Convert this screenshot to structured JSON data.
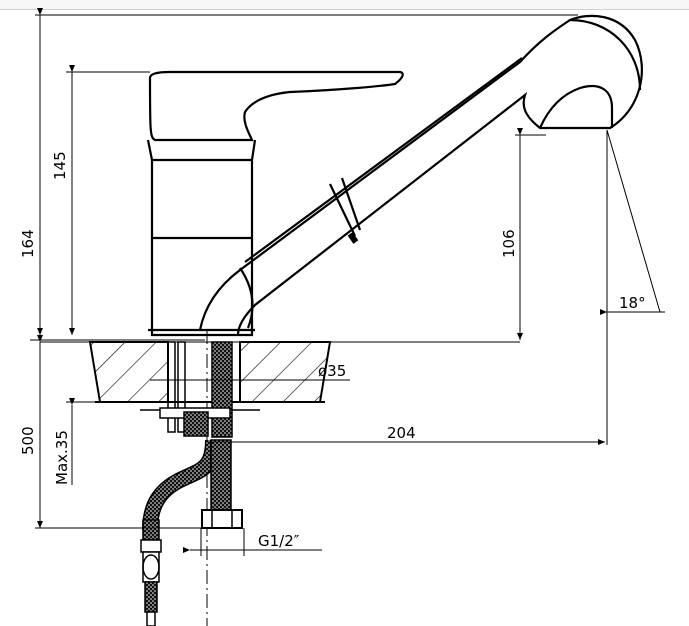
{
  "drawing": {
    "dimensions": {
      "overall_height": "164",
      "body_height": "145",
      "spout_height": "106",
      "spout_angle": "18°",
      "hole_diameter": "ø35",
      "spout_reach": "204",
      "hose_length": "500",
      "max_thickness": "Max.35",
      "thread": "G1/2″"
    },
    "colors": {
      "line": "#000000",
      "background": "#ffffff"
    }
  }
}
